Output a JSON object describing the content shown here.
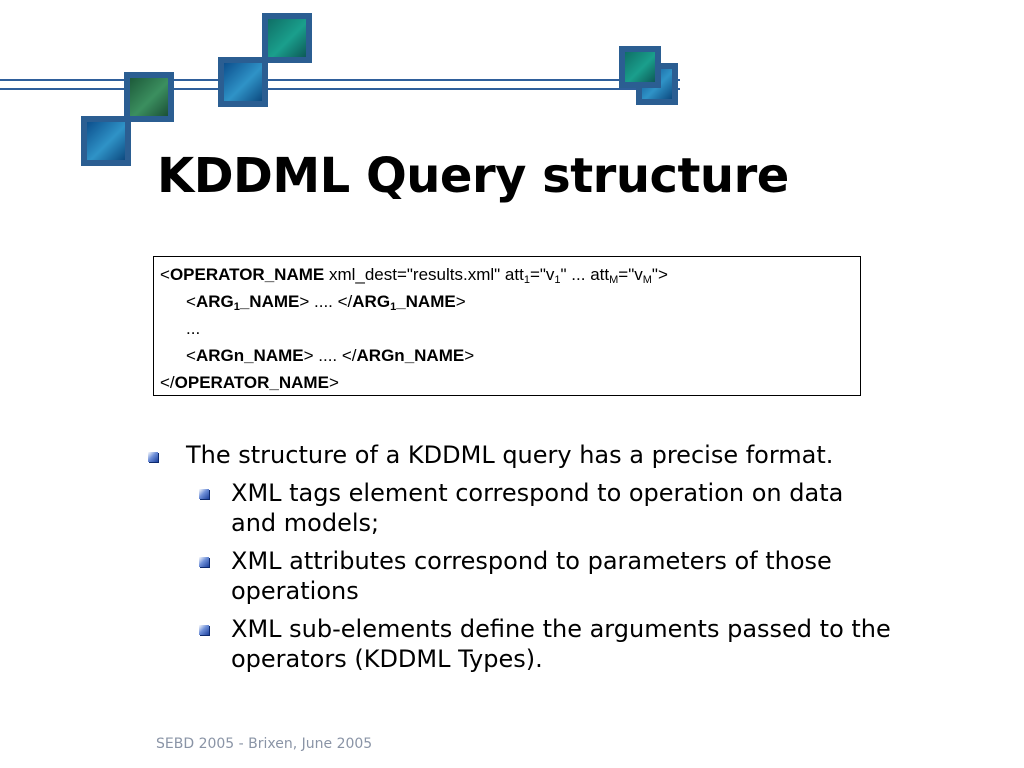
{
  "slide": {
    "title": "KDDML Query structure",
    "code": {
      "line1": {
        "lt": "<",
        "op": "OPERATOR_NAME",
        "attrs_a": " xml_dest=\"results.xml\" att",
        "sub1": "1",
        "attrs_b": "=\"v",
        "sub2": "1",
        "attrs_c": "\" ... att",
        "sub3": "M",
        "attrs_d": "=\"v",
        "sub4": "M",
        "attrs_e": "\">"
      },
      "line2": {
        "lt": "<",
        "a1": "ARG",
        "s1": "1",
        "a2": "_NAME",
        "mid": "> .... </",
        "b1": "ARG",
        "s2": "1",
        "b2": "_NAME",
        "gt": ">"
      },
      "line3": "...",
      "line4": {
        "lt": "<",
        "a": "ARGn_NAME",
        "mid": "> .... </",
        "b": "ARGn_NAME",
        "gt": ">"
      },
      "line5": {
        "lt": "</",
        "op": "OPERATOR_NAME",
        "gt": ">"
      }
    },
    "bullets": {
      "main": "The structure of a KDDML query has a precise format.",
      "subs": [
        "XML tags element correspond to operation on data and models;",
        "XML attributes correspond to parameters of those operations",
        "XML sub-elements define the arguments passed to the operators (KDDML Types)."
      ]
    },
    "footer": "SEBD 2005 - Brixen, June 2005"
  },
  "colors": {
    "line": "#2f5f9b",
    "square_border": "#2b5e92",
    "footer": "#8a94a6"
  }
}
